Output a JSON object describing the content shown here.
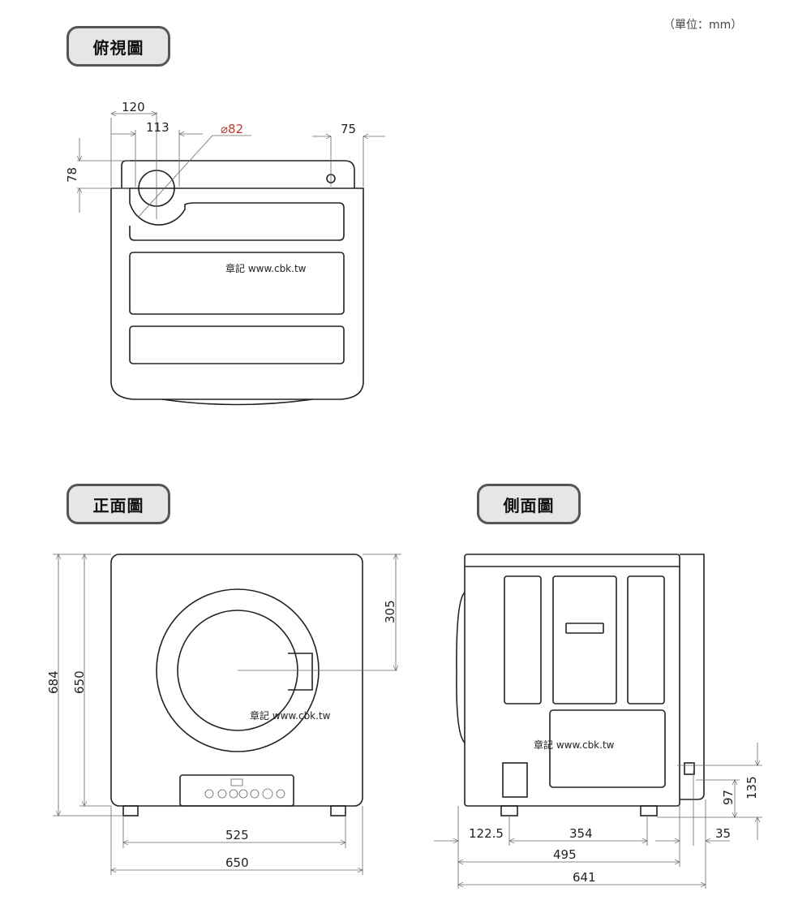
{
  "unit_label": "（單位：mm）",
  "views": {
    "top": {
      "title": "俯視圖",
      "dims": {
        "w120": "120",
        "w113": "113",
        "diameter": "⌀82",
        "w75": "75",
        "h78": "78"
      }
    },
    "front": {
      "title": "正面圖",
      "dims": {
        "h684": "684",
        "h650": "650",
        "h305": "305",
        "w525": "525",
        "w650": "650"
      }
    },
    "side": {
      "title": "側面圖",
      "dims": {
        "w122_5": "122.5",
        "w354": "354",
        "w35": "35",
        "w495": "495",
        "w641": "641",
        "h97": "97",
        "h135": "135"
      }
    }
  },
  "watermark": "章記 www.cbk.tw",
  "colors": {
    "diameter_label": "#c0392b",
    "pill_bg": "#e6e6e6",
    "pill_border": "#555555"
  }
}
